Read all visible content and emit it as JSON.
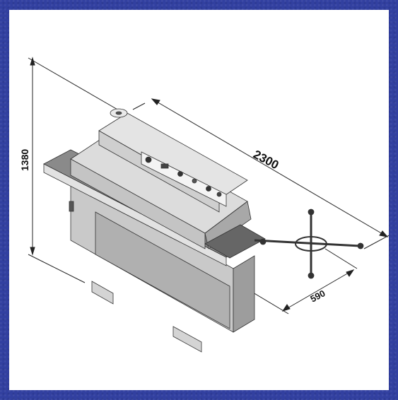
{
  "dimensions": {
    "height": "1380",
    "length": "2300",
    "depth": "590"
  },
  "colors": {
    "frame": "#3240a0",
    "panel": "#ffffff",
    "machine_light": "#d8d8d8",
    "machine_mid": "#b9b9b9",
    "machine_dark": "#8e8e8e",
    "line": "#222222"
  }
}
